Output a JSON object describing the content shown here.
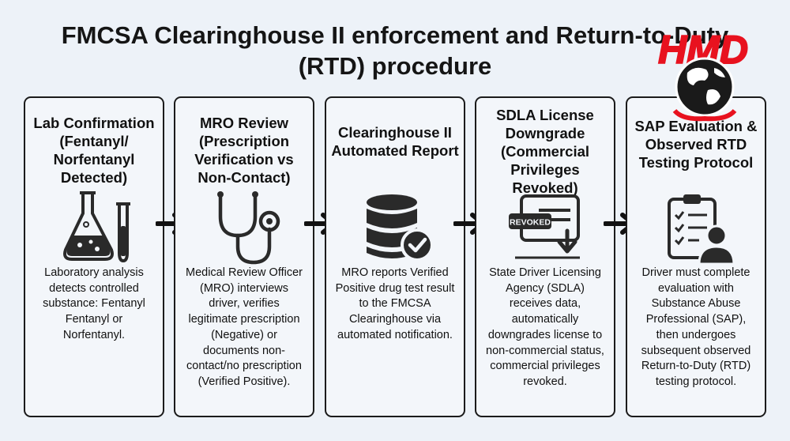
{
  "title": "FMCSA Clearinghouse II enforcement and Return-to-Duty (RTD) procedure",
  "logo": {
    "text": "HMD"
  },
  "steps": [
    {
      "title": "Lab Confirmation (Fentanyl/ Norfentanyl Detected)",
      "icon": "lab-flask-icon",
      "text": "Laboratory analysis detects controlled substance: Fentanyl Fentanyl or Norfentanyl."
    },
    {
      "title": "MRO Review (Prescription Verification vs Non-Contact)",
      "icon": "stethoscope-icon",
      "text": "Medical Review Officer (MRO) interviews driver, verifies legitimate prescription (Negative) or documents non-contact/no prescription (Verified Positive)."
    },
    {
      "title": "Clearinghouse II Automated Report",
      "icon": "database-check-icon",
      "text": "MRO reports Verified Positive drug test result to the FMCSA Clearinghouse via automated notification."
    },
    {
      "title": "SDLA License Downgrade (Commercial Privileges Revoked)",
      "icon": "revoked-license-icon",
      "icon_label": "REVOKED",
      "text": "State Driver Licensing Agency (SDLA) receives data, automatically downgrades license to non-commercial status, commercial privileges revoked."
    },
    {
      "title": "SAP Evaluation & Observed RTD Testing Protocol",
      "icon": "clipboard-person-icon",
      "text": "Driver must complete evaluation with Substance Abuse Professional (SAP), then undergoes subsequent observed Return-to-Duty (RTD) testing protocol."
    }
  ],
  "colors": {
    "background": "#edf2f8",
    "card_border": "#1b1b1b",
    "logo_red": "#e8121f",
    "icon_dark": "#2a2a2a"
  }
}
